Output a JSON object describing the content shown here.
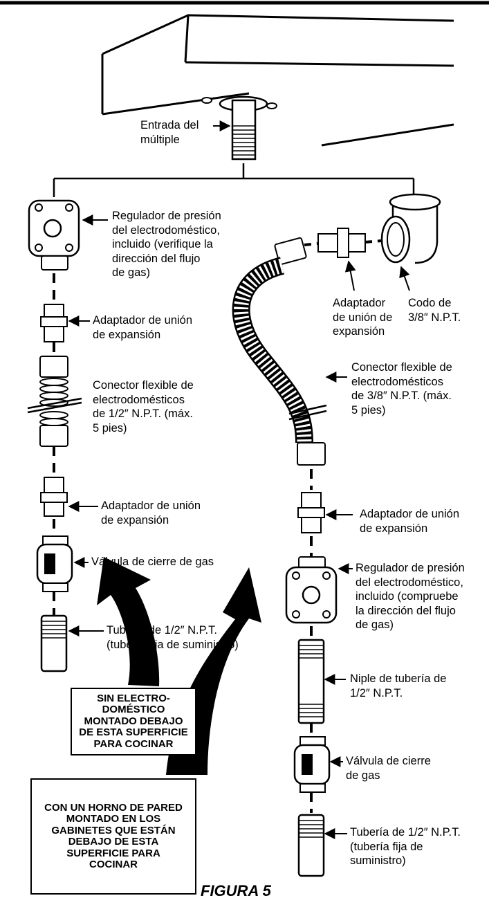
{
  "labels": {
    "manifold_inlet": "Entrada del\nmúltiple",
    "left": {
      "regulator": "Regulador de presión\ndel electrodoméstico,\nincluido (verifique la\ndirección del flujo\nde gas)",
      "union_adapter_1": "Adaptador de unión\nde expansión",
      "flex_connector": "Conector flexible de\nelectrodomésticos\nde 1/2″ N.P.T. (máx.\n5 pies)",
      "union_adapter_2": "Adaptador de unión\nde expansión",
      "shutoff_valve": "Válvula de cierre de gas",
      "pipe": "Tubería de 1/2″ N.P.T.\n(tubería fija de suministro)"
    },
    "right": {
      "elbow": "Codo de\n3/8″ N.P.T.",
      "union_adapter_top": "Adaptador\nde unión de\nexpansión",
      "flex_connector": "Conector flexible de\nelectrodomésticos\nde 3/8″ N.P.T. (máx.\n5 pies)",
      "union_adapter": "Adaptador de unión\nde expansión",
      "regulator": "Regulador de presión\ndel electrodoméstico,\nincluido (compruebe\nla dirección del flujo\nde gas)",
      "nipple": "Niple de tubería de\n1/2″ N.P.T.",
      "shutoff_valve": "Válvula de cierre\nde gas",
      "pipe": "Tubería de 1/2″ N.P.T.\n(tubería fija de\nsuministro)"
    }
  },
  "callouts": {
    "no_appliance": "SIN ELECTRO-\nDOMÉSTICO\nMONTADO DEBAJO\nDE ESTA SUPERFICIE\nPARA COCINAR",
    "wall_oven": "CON UN HORNO DE PARED\nMONTADO EN LOS\nGABINETES QUE ESTÁN\nDEBAJO DE ESTA\nSUPERFICIE PARA\nCOCINAR"
  },
  "figure_caption": "FIGURA 5"
}
